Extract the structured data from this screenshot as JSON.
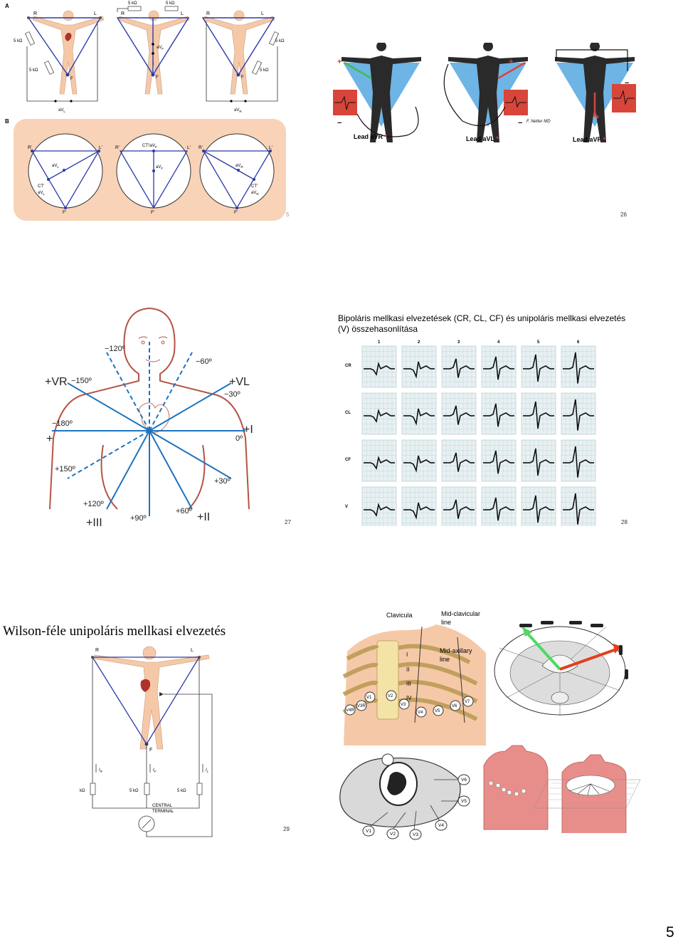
{
  "page_number": "5",
  "slide25": {
    "label_a": "A",
    "label_b": "B",
    "num": "5",
    "res": "5 kΩ",
    "R": "R",
    "L": "L",
    "F": "F",
    "avl": "aV",
    "avl_sub": "L",
    "avr": "aV",
    "avr_sub": "R",
    "avf": "aV",
    "avf_sub": "F",
    "circle_r": "R'",
    "circle_l": "L'",
    "circle_f": "F'",
    "ct": "CT'",
    "ct_avf": "CT'/aV",
    "ct_avf_sub": "F"
  },
  "slide26": {
    "num": "26",
    "labels": [
      "Lead aVR",
      "Lead aVL",
      "Lead aVF"
    ],
    "star": "*",
    "plus": "+",
    "minus": "−",
    "logo": "F. Netter MD"
  },
  "slide27": {
    "num": "27",
    "angles": {
      "m120": "−120º",
      "m60": "−60º",
      "m150": "−150º",
      "m30": "−30º",
      "m180": "−180º",
      "zero": "0º",
      "p150": "+150º",
      "p30": "+30º",
      "p120": "+120º",
      "p90": "+90º",
      "p60": "+60º"
    },
    "leads": {
      "vr": "+VR",
      "vl": "+VL",
      "i": "+I",
      "ii": "+II",
      "iii": "+III",
      "plus": "+"
    }
  },
  "slide28": {
    "num": "28",
    "title": "Bipoláris mellkasi elvezetések (CR, CL, CF) és unipoláris mellkasi elvezetés (V) összehasonlítása",
    "columns": [
      "1",
      "2",
      "3",
      "4",
      "5",
      "6"
    ],
    "rows": [
      "CR",
      "CL",
      "CF",
      "V"
    ]
  },
  "slide29": {
    "num": "29",
    "title": "Wilson-féle unipoláris mellkasi elvezetés",
    "R": "R",
    "L": "L",
    "F": "F",
    "res": "5 kΩ",
    "ir": "I",
    "ir_sub": "R",
    "if": "I",
    "if_sub": "F",
    "il": "I",
    "il_sub": "L",
    "central_1": "CENTRAL",
    "central_2": "TERMINAL",
    "clavicula": "Clavicula",
    "mid_clav_1": "Mid-clavicular",
    "mid_clav_2": "line",
    "mid_ax_1": "Mid-axillary",
    "mid_ax_2": "line",
    "ribs": [
      "I",
      "II",
      "III",
      "IV"
    ],
    "v_labels": [
      "V1",
      "V2",
      "V3",
      "V4",
      "V5",
      "V6",
      "V7",
      "V3R",
      "V4R"
    ],
    "cross_v": [
      "V6",
      "V5",
      "V4",
      "V3",
      "V2",
      "V1"
    ]
  },
  "colors": {
    "lead_blue": "#2b3aa8",
    "axis_blue": "#1e73be",
    "body_skin": "#f5c9a8",
    "heart_red": "#b0322b",
    "panel_peach": "#f8d3b8",
    "triangle_blue": "#55a7e0",
    "ecg_red": "#d8453a",
    "rib_yellow": "#f4e3a6",
    "torso_pink": "#e88e8a"
  }
}
